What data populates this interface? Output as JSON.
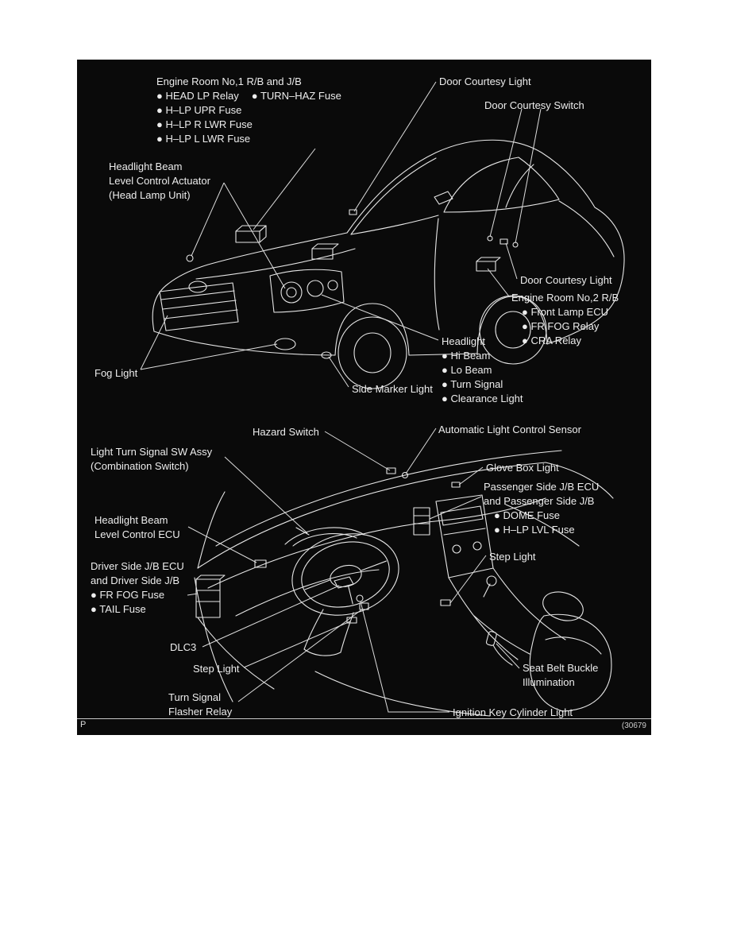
{
  "panel": {
    "footer_left": "P",
    "footer_right": "(30679",
    "background": "#0a0a0a",
    "line_color": "#e6e6e6"
  },
  "exterior": {
    "engine_room_1": {
      "title": "Engine Room No,1 R/B and J/B",
      "item1a": "● HEAD LP Relay",
      "item1b": "● TURN–HAZ Fuse",
      "item2": "● H–LP UPR Fuse",
      "item3": "● H–LP R LWR Fuse",
      "item4": "● H–LP L LWR Fuse"
    },
    "door_courtesy_light_top": "Door Courtesy Light",
    "door_courtesy_switch": "Door Courtesy Switch",
    "headlight_actuator": {
      "line1": "Headlight Beam",
      "line2": "Level Control Actuator",
      "line3": "(Head Lamp Unit)"
    },
    "door_courtesy_light_side": "Door Courtesy Light",
    "engine_room_2": {
      "title": "Engine Room No,2 R/B",
      "item1": "● Front Lamp ECU",
      "item2": "● FR FOG Relay",
      "item3": "● CRA Relay"
    },
    "headlight": {
      "title": "Headlight",
      "item1": "● Hi Beam",
      "item2": "● Lo Beam",
      "item3": "● Turn Signal",
      "item4": "● Clearance Light"
    },
    "fog_light": "Fog Light",
    "side_marker_light": "Side Marker Light"
  },
  "interior": {
    "hazard_switch": "Hazard Switch",
    "auto_light_sensor": "Automatic Light Control Sensor",
    "combination_switch": {
      "line1": "Light Turn Signal SW Assy",
      "line2": "(Combination Switch)"
    },
    "glove_box_light": "Glove Box Light",
    "passenger_jb": {
      "line1": "Passenger Side J/B ECU",
      "line2": "and Passenger Side J/B",
      "item1": "● DOME Fuse",
      "item2": "● H–LP LVL Fuse"
    },
    "headlight_level_ecu": {
      "line1": "Headlight Beam",
      "line2": "Level Control ECU"
    },
    "step_light_right": "Step Light",
    "driver_jb": {
      "line1": "Driver Side J/B ECU",
      "line2": "and Driver Side J/B",
      "item1": "● FR FOG Fuse",
      "item2": "● TAIL Fuse"
    },
    "dlc3": "DLC3",
    "step_light_left": "Step Light",
    "flasher_relay": {
      "line1": "Turn Signal",
      "line2": "Flasher Relay"
    },
    "seat_belt_buckle": {
      "line1": "Seat Belt Buckle",
      "line2": "Illumination"
    },
    "ignition_key_light": "Ignition Key Cylinder Light"
  }
}
